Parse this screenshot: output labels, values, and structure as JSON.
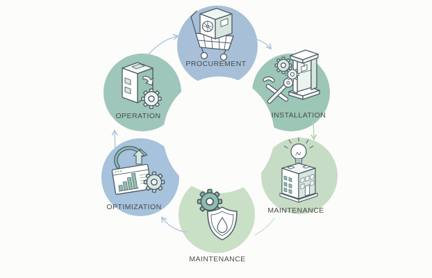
{
  "page": {
    "background": "#fcfcfa"
  },
  "diagram": {
    "type": "cycle-infographic",
    "label_color": "#4b4b4b",
    "stages": [
      {
        "label": "PROCUREMENT",
        "icon": "shopping-cart-ac-unit-icon",
        "bubble_color": "#a7c0d8",
        "position": "top"
      },
      {
        "label": "INSTALLATION",
        "icon": "wrench-gears-rack-icon",
        "bubble_color": "#9cc6b6",
        "position": "top-right"
      },
      {
        "label": "MAINTENANCE",
        "icon": "lightbulb-building-icon",
        "bubble_color": "#c6dcc4",
        "position": "bottom-right"
      },
      {
        "label": "MAINTENANCE",
        "icon": "gear-shield-droplet-icon",
        "bubble_color": "#c9dfc6",
        "position": "bottom"
      },
      {
        "label": "OPTIMIZATION",
        "icon": "dashboard-chart-gear-icon",
        "bubble_color": "#a6c2dc",
        "position": "bottom-left"
      },
      {
        "label": "OPERATION",
        "icon": "machine-gear-refresh-icon",
        "bubble_color": "#9fc6bb",
        "position": "top-left"
      }
    ],
    "connectors": [
      {
        "from": "OPERATION",
        "to": "PROCUREMENT",
        "color": "#a9c4de",
        "arrowhead": true
      },
      {
        "from": "PROCUREMENT",
        "to": "INSTALLATION",
        "color": "#a9c4de",
        "arrowhead": true
      },
      {
        "from": "INSTALLATION",
        "to": "MAINTENANCE",
        "color": "#aed0b0",
        "arrowhead": true
      },
      {
        "from": "MAINTENANCE",
        "to": "MAINTENANCE",
        "color": "#cfe1cd",
        "arrowhead": false
      },
      {
        "from": "MAINTENANCE",
        "to": "OPTIMIZATION",
        "color": "#a9c4de",
        "arrowhead": true
      },
      {
        "from": "OPTIMIZATION",
        "to": "OPERATION",
        "color": "#a9c4de",
        "arrowhead": true
      }
    ]
  }
}
